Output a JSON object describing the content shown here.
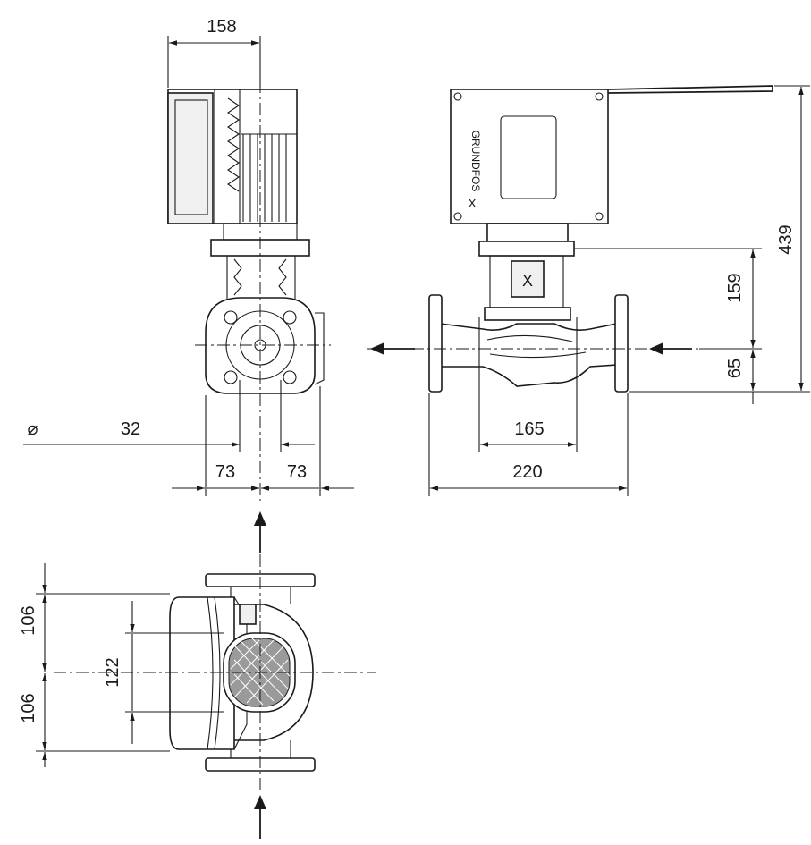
{
  "dimensions": {
    "motor_width": "158",
    "total_height": "439",
    "port_to_motor": "159",
    "port_to_base": "65",
    "bolt_circle_symbol": "⌀",
    "bolt_diameter": "32",
    "half_width_left": "73",
    "half_width_right": "73",
    "flange_spacing": "165",
    "port_to_port": "220",
    "top_half_depth": "106",
    "bottom_half_depth": "106",
    "motor_offset": "122"
  },
  "logo": {
    "brand": "GRUNDFOS",
    "mark": "X"
  },
  "colors": {
    "line": "#1a1a1a",
    "background": "#ffffff"
  }
}
